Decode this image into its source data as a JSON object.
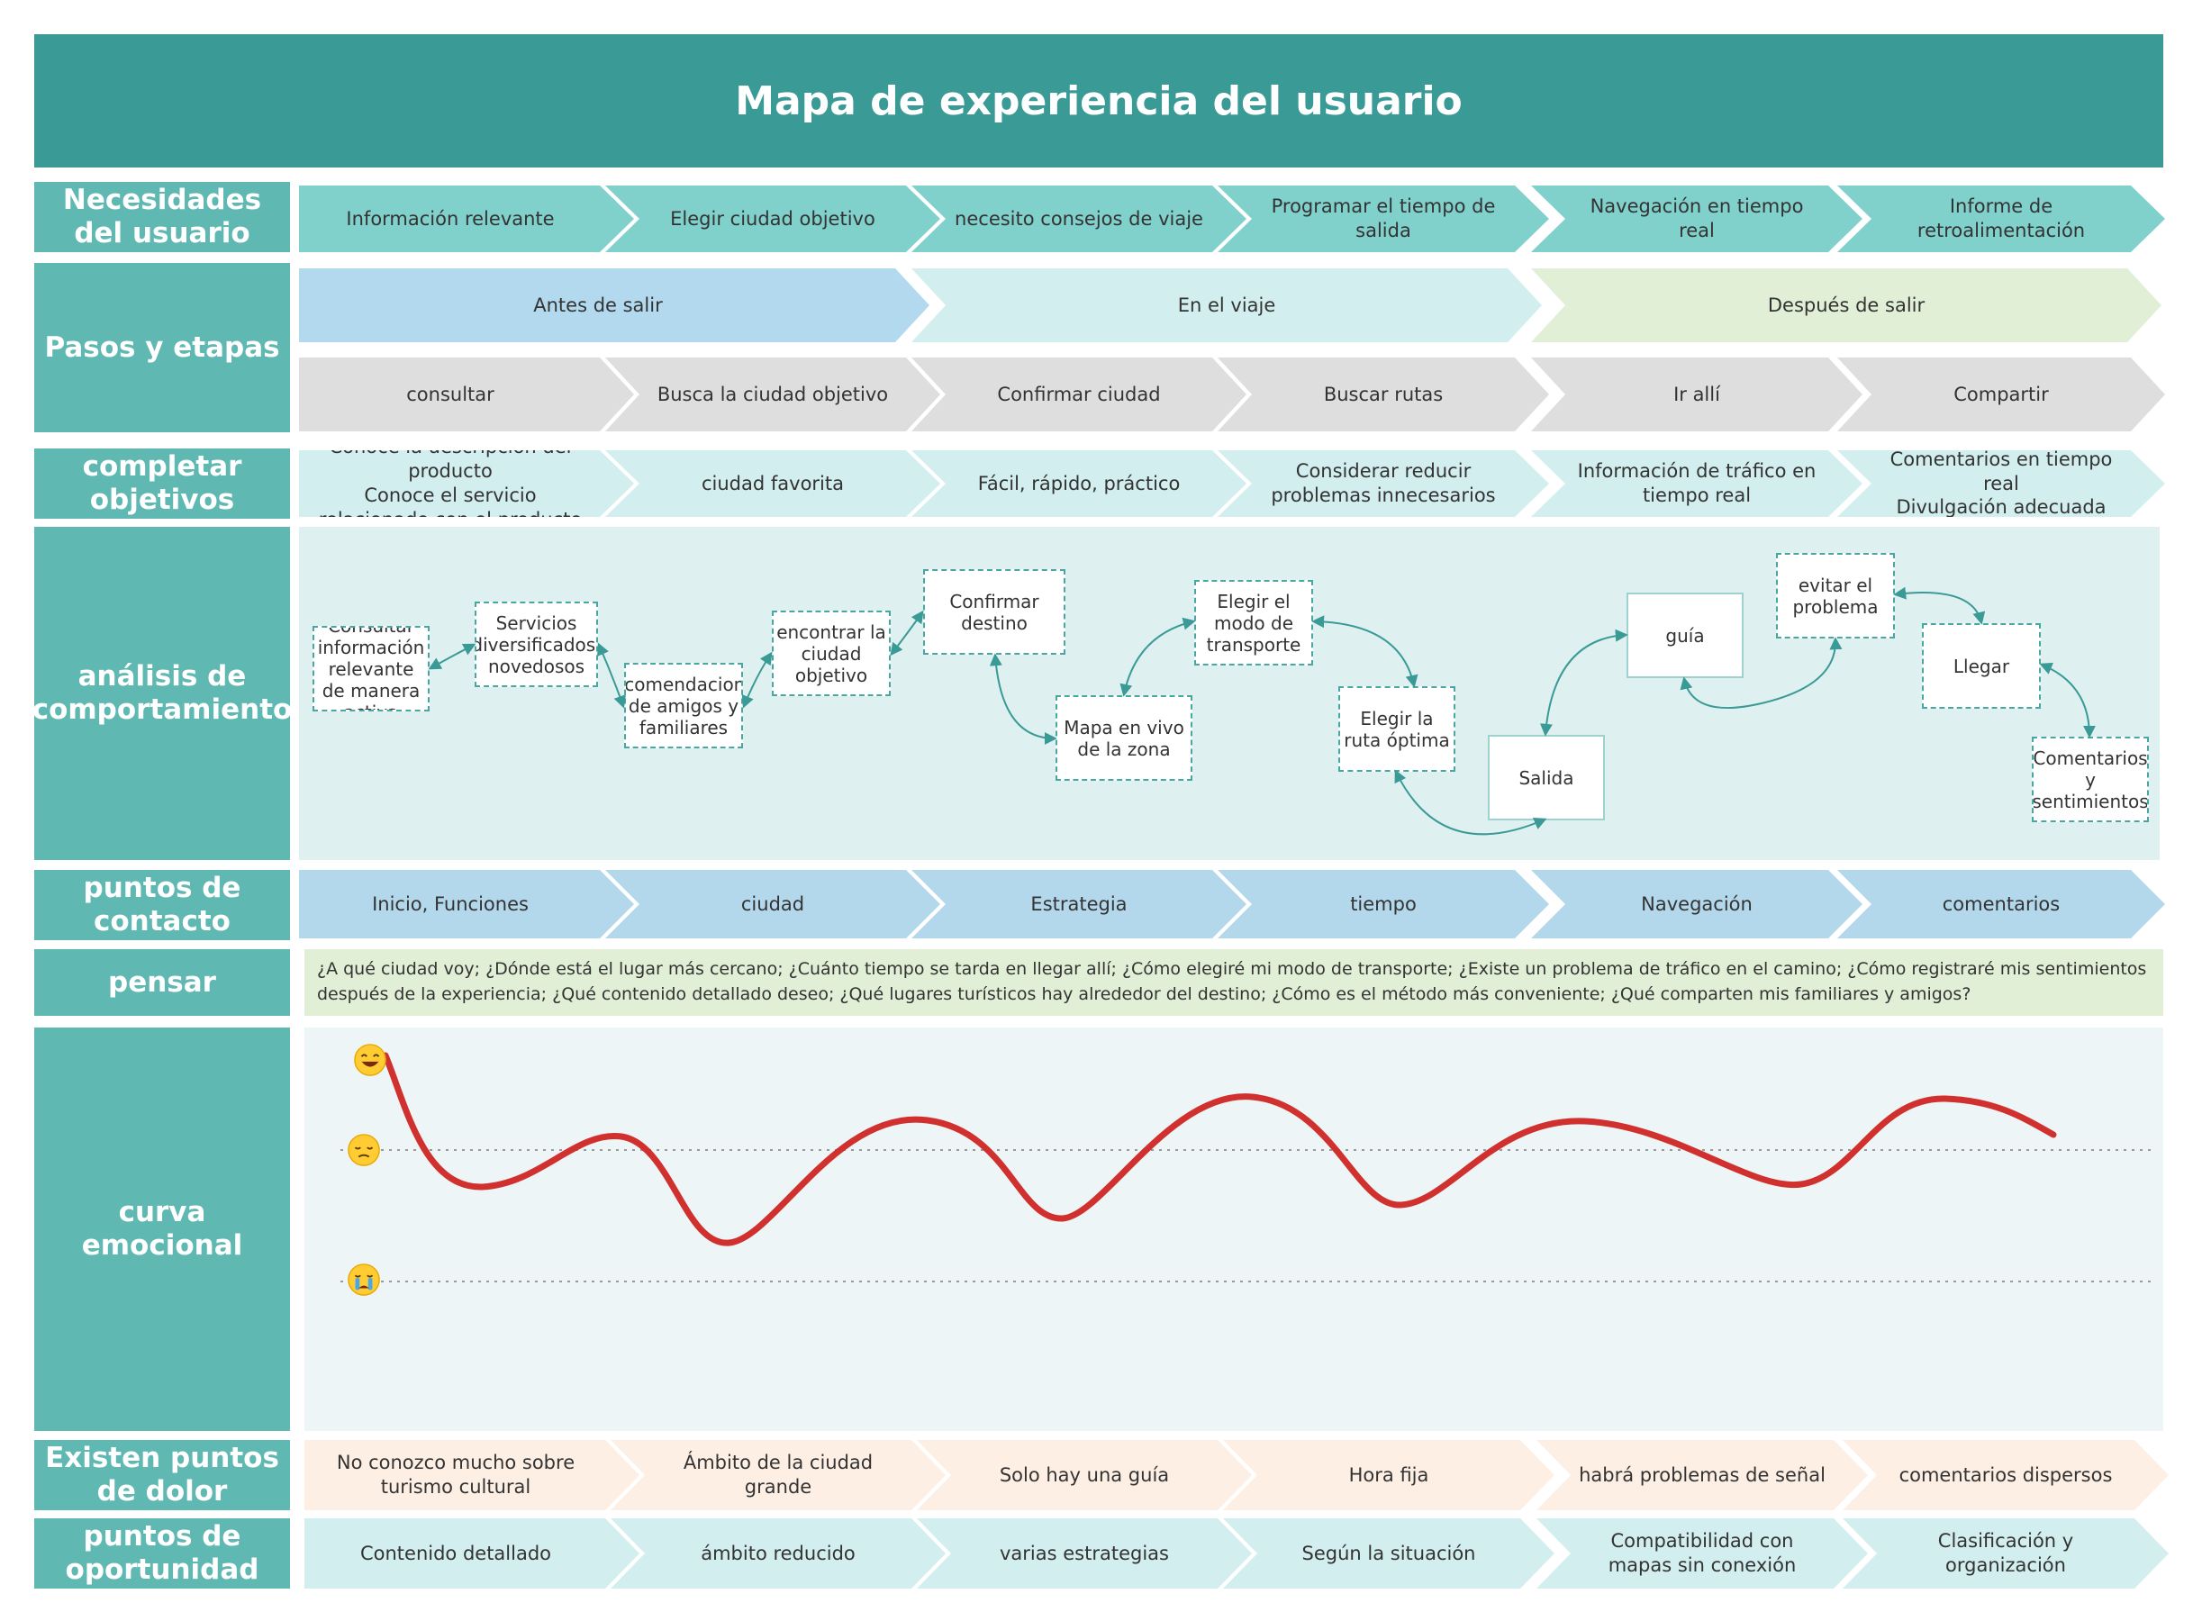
{
  "title": "Mapa de experiencia del usuario",
  "row_labels": {
    "needs": "Necesidades del usuario",
    "steps": "Pasos y etapas",
    "goals": "completar objetivos",
    "behavior": "análisis de comportamiento",
    "touchpoints": "puntos de contacto",
    "think": "pensar",
    "curve": "curva emocional",
    "pain": "Existen puntos de dolor",
    "opportunity": "puntos de oportunidad"
  },
  "needs": [
    "Información relevante",
    "Elegir ciudad objetivo",
    "necesito consejos de viaje",
    "Programar el tiempo de salida",
    "Navegación en tiempo real",
    "Informe de retroalimentación"
  ],
  "stages": [
    "Antes de salir",
    "En el viaje",
    "Después de salir"
  ],
  "steps": [
    "consultar",
    "Busca la ciudad objetivo",
    "Confirmar ciudad",
    "Buscar rutas",
    "Ir allí",
    "Compartir"
  ],
  "goals": [
    "Conoce la descripción del producto\nConoce el servicio relacionado con el producto",
    "ciudad favorita",
    "Fácil, rápido, práctico",
    "Considerar reducir problemas innecesarios",
    "Información de tráfico en tiempo real",
    "Comentarios en tiempo real\nDivulgación adecuada"
  ],
  "behaviors": [
    "Consultar información relevante de manera activa",
    "Servicios diversificados, novedosos",
    "Recomendaciones de amigos y familiares",
    "encontrar la ciudad objetivo",
    "Confirmar destino",
    "Mapa en vivo de la zona",
    "Elegir el modo de transporte",
    "Elegir la ruta óptima",
    "Salida",
    "guía",
    "evitar el problema",
    "Llegar",
    "Comentarios y sentimientos"
  ],
  "touchpoints": [
    "Inicio, Funciones",
    "ciudad",
    "Estrategia",
    "tiempo",
    "Navegación",
    "comentarios"
  ],
  "think": "¿A qué ciudad voy; ¿Dónde está el lugar más cercano; ¿Cuánto tiempo se tarda en llegar allí; ¿Cómo elegiré mi modo de transporte; ¿Existe un problema de tráfico en el camino; ¿Cómo registraré mis sentimientos después de la experiencia; ¿Qué contenido detallado deseo; ¿Qué lugares turísticos hay alrededor del destino; ¿Cómo es el método más conveniente; ¿Qué comparten mis familiares y amigos?",
  "pain_points": [
    "No conozco mucho sobre turismo cultural",
    "Ámbito de la ciudad grande",
    "Solo hay una guía",
    "Hora fija",
    "habrá problemas de señal",
    "comentarios dispersos"
  ],
  "opportunities": [
    "Contenido detallado",
    "ámbito reducido",
    "varias estrategias",
    "Según la situación",
    "Compatibilidad con mapas sin conexión",
    "Clasificación y organización"
  ],
  "colors": {
    "header": "#3a9a96",
    "row_label": "#5fb8b2",
    "needs": "#80d0cc",
    "stage1": "#b2d9ed",
    "stage2": "#d2eeee",
    "stage3": "#e0efd6",
    "steps": "#dedede",
    "goals": "#d2eeee",
    "behavior_bg": "#dff0f1",
    "touchpoints": "#b3d8ec",
    "think_bg": "#e0efd6",
    "curve_bg": "#edf5f6",
    "curve_line": "#d0302e",
    "pain": "#fdefe4",
    "opportunity": "#d2eeee",
    "arrow": "#3a9a96"
  },
  "emotions": [
    "happy-face-icon",
    "sad-face-icon",
    "crying-face-icon"
  ]
}
